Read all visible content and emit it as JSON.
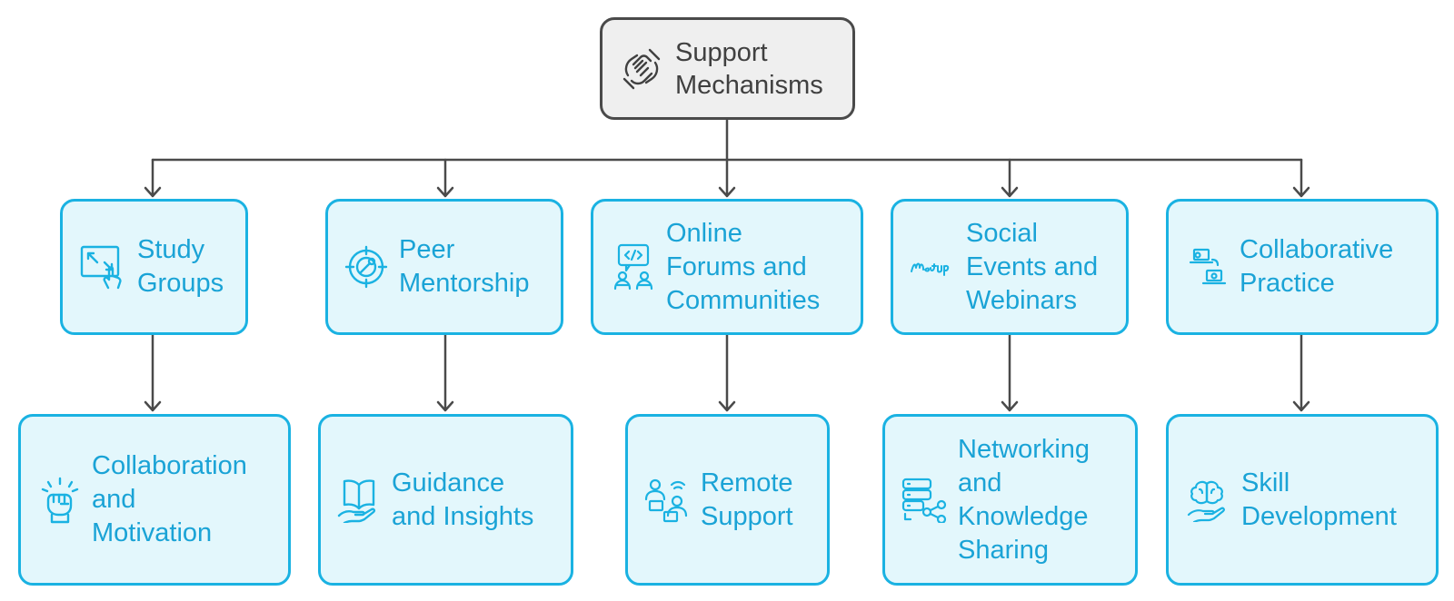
{
  "root": {
    "label": [
      "Support",
      "Mechanisms"
    ],
    "icon": "hands-together-icon"
  },
  "level1": [
    {
      "id": "study-groups",
      "label": [
        "Study",
        "Groups"
      ],
      "icon": "touch-screen-icon"
    },
    {
      "id": "peer-mentorship",
      "label": [
        "Peer",
        "Mentorship"
      ],
      "icon": "target-icon"
    },
    {
      "id": "online-forums",
      "label": [
        "Online",
        "Forums and",
        "Communities"
      ],
      "icon": "community-chat-icon"
    },
    {
      "id": "social-events",
      "label": [
        "Social",
        "Events and",
        "Webinars"
      ],
      "icon": "meetup-icon"
    },
    {
      "id": "collaborative-practice",
      "label": [
        "Collaborative",
        "Practice"
      ],
      "icon": "people-laptops-icon"
    }
  ],
  "level2": [
    {
      "id": "collaboration-motivation",
      "label": [
        "Collaboration",
        "and",
        "Motivation"
      ],
      "icon": "fist-icon"
    },
    {
      "id": "guidance-insights",
      "label": [
        "Guidance",
        "and Insights"
      ],
      "icon": "book-hand-icon"
    },
    {
      "id": "remote-support",
      "label": [
        "Remote",
        "Support"
      ],
      "icon": "remote-people-icon"
    },
    {
      "id": "networking-knowledge",
      "label": [
        "Networking",
        "and",
        "Knowledge",
        "Sharing"
      ],
      "icon": "network-share-icon"
    },
    {
      "id": "skill-development",
      "label": [
        "Skill",
        "Development"
      ],
      "icon": "brain-hand-icon"
    }
  ],
  "colors": {
    "accent": "#1ab2e2",
    "accent_text": "#1aa3d6",
    "fill": "#e3f7fc",
    "root_fill": "#efefef",
    "line": "#4a4a4a"
  }
}
